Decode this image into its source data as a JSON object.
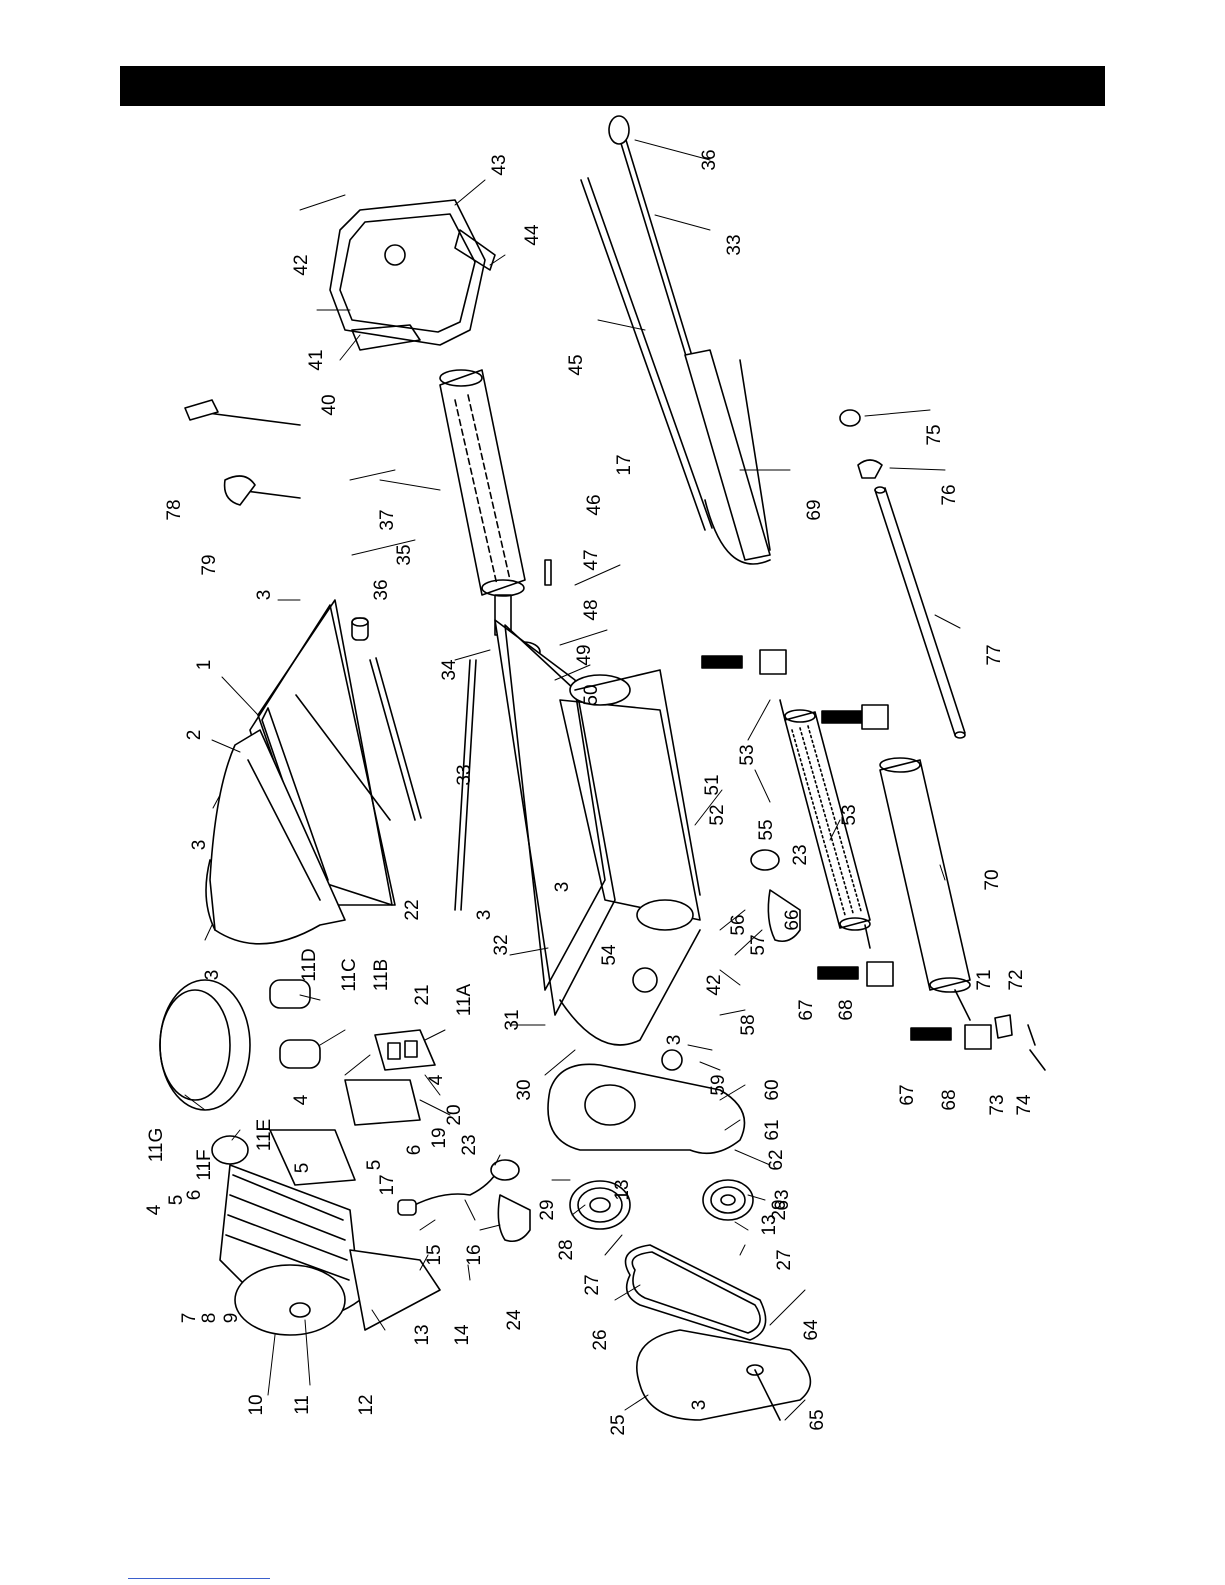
{
  "colors": {
    "header_bar": "#000000",
    "line": "#000000",
    "footer_rule": "#3a5fcd"
  },
  "callouts": [
    {
      "id": "c1",
      "label": "1"
    },
    {
      "id": "c2",
      "label": "2"
    },
    {
      "id": "c3a",
      "label": "3"
    },
    {
      "id": "c3b",
      "label": "3"
    },
    {
      "id": "c3c",
      "label": "3"
    },
    {
      "id": "c3d",
      "label": "3"
    },
    {
      "id": "c3e",
      "label": "3"
    },
    {
      "id": "c3f",
      "label": "3"
    },
    {
      "id": "c3g",
      "label": "3"
    },
    {
      "id": "c4a",
      "label": "4"
    },
    {
      "id": "c4b",
      "label": "4"
    },
    {
      "id": "c4c",
      "label": "4"
    },
    {
      "id": "c5a",
      "label": "5"
    },
    {
      "id": "c5b",
      "label": "5"
    },
    {
      "id": "c5c",
      "label": "5"
    },
    {
      "id": "c6a",
      "label": "6"
    },
    {
      "id": "c6b",
      "label": "6"
    },
    {
      "id": "c7",
      "label": "7"
    },
    {
      "id": "c8",
      "label": "8"
    },
    {
      "id": "c9",
      "label": "9"
    },
    {
      "id": "c10",
      "label": "10"
    },
    {
      "id": "c11",
      "label": "11"
    },
    {
      "id": "c11a",
      "label": "11A"
    },
    {
      "id": "c11b",
      "label": "11B"
    },
    {
      "id": "c11c",
      "label": "11C"
    },
    {
      "id": "c11d",
      "label": "11D"
    },
    {
      "id": "c11e",
      "label": "11E"
    },
    {
      "id": "c11f",
      "label": "11F"
    },
    {
      "id": "c11g",
      "label": "11G"
    },
    {
      "id": "c12",
      "label": "12"
    },
    {
      "id": "c13a",
      "label": "13"
    },
    {
      "id": "c13b",
      "label": "13"
    },
    {
      "id": "c13c",
      "label": "13"
    },
    {
      "id": "c14",
      "label": "14"
    },
    {
      "id": "c15",
      "label": "15"
    },
    {
      "id": "c16",
      "label": "16"
    },
    {
      "id": "c17a",
      "label": "17"
    },
    {
      "id": "c17b",
      "label": "17"
    },
    {
      "id": "c19",
      "label": "19"
    },
    {
      "id": "c20",
      "label": "20"
    },
    {
      "id": "c21",
      "label": "21"
    },
    {
      "id": "c22",
      "label": "22"
    },
    {
      "id": "c23a",
      "label": "23"
    },
    {
      "id": "c23b",
      "label": "23"
    },
    {
      "id": "c24",
      "label": "24"
    },
    {
      "id": "c25",
      "label": "25"
    },
    {
      "id": "c26",
      "label": "26"
    },
    {
      "id": "c27a",
      "label": "27"
    },
    {
      "id": "c27b",
      "label": "27"
    },
    {
      "id": "c28",
      "label": "28"
    },
    {
      "id": "c29a",
      "label": "29"
    },
    {
      "id": "c29b",
      "label": "29"
    },
    {
      "id": "c30",
      "label": "30"
    },
    {
      "id": "c31",
      "label": "31"
    },
    {
      "id": "c32",
      "label": "32"
    },
    {
      "id": "c33a",
      "label": "33"
    },
    {
      "id": "c33b",
      "label": "33"
    },
    {
      "id": "c34",
      "label": "34"
    },
    {
      "id": "c35",
      "label": "35"
    },
    {
      "id": "c36a",
      "label": "36"
    },
    {
      "id": "c36b",
      "label": "36"
    },
    {
      "id": "c37",
      "label": "37"
    },
    {
      "id": "c40",
      "label": "40"
    },
    {
      "id": "c41",
      "label": "41"
    },
    {
      "id": "c42a",
      "label": "42"
    },
    {
      "id": "c42b",
      "label": "42"
    },
    {
      "id": "c43",
      "label": "43"
    },
    {
      "id": "c44",
      "label": "44"
    },
    {
      "id": "c45",
      "label": "45"
    },
    {
      "id": "c46",
      "label": "46"
    },
    {
      "id": "c47",
      "label": "47"
    },
    {
      "id": "c48",
      "label": "48"
    },
    {
      "id": "c49",
      "label": "49"
    },
    {
      "id": "c50",
      "label": "50"
    },
    {
      "id": "c51",
      "label": "51"
    },
    {
      "id": "c52",
      "label": "52"
    },
    {
      "id": "c53a",
      "label": "53"
    },
    {
      "id": "c53b",
      "label": "53"
    },
    {
      "id": "c54",
      "label": "54"
    },
    {
      "id": "c55",
      "label": "55"
    },
    {
      "id": "c56",
      "label": "56"
    },
    {
      "id": "c57",
      "label": "57"
    },
    {
      "id": "c58",
      "label": "58"
    },
    {
      "id": "c59",
      "label": "59"
    },
    {
      "id": "c60",
      "label": "60"
    },
    {
      "id": "c61",
      "label": "61"
    },
    {
      "id": "c62",
      "label": "62"
    },
    {
      "id": "c63",
      "label": "63"
    },
    {
      "id": "c64",
      "label": "64"
    },
    {
      "id": "c65",
      "label": "65"
    },
    {
      "id": "c66",
      "label": "66"
    },
    {
      "id": "c67a",
      "label": "67"
    },
    {
      "id": "c67b",
      "label": "67"
    },
    {
      "id": "c68a",
      "label": "68"
    },
    {
      "id": "c68b",
      "label": "68"
    },
    {
      "id": "c69",
      "label": "69"
    },
    {
      "id": "c70",
      "label": "70"
    },
    {
      "id": "c71",
      "label": "71"
    },
    {
      "id": "c72",
      "label": "72"
    },
    {
      "id": "c73",
      "label": "73"
    },
    {
      "id": "c74",
      "label": "74"
    },
    {
      "id": "c75",
      "label": "75"
    },
    {
      "id": "c76",
      "label": "76"
    },
    {
      "id": "c77",
      "label": "77"
    },
    {
      "id": "c78",
      "label": "78"
    },
    {
      "id": "c79",
      "label": "79"
    }
  ]
}
